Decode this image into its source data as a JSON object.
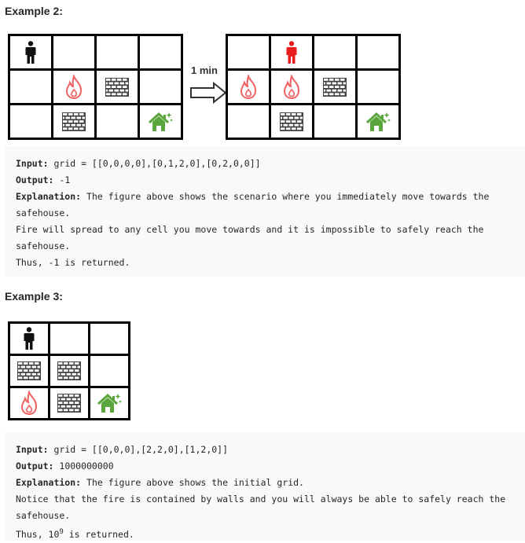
{
  "example2": {
    "heading": "Example 2:",
    "arrow_label": "1 min",
    "grid_before": [
      [
        "person",
        "empty",
        "empty",
        "empty"
      ],
      [
        "empty",
        "fire",
        "wall",
        "empty"
      ],
      [
        "empty",
        "wall",
        "empty",
        "house"
      ]
    ],
    "grid_after": [
      [
        "empty",
        "person-red",
        "empty",
        "empty"
      ],
      [
        "fire",
        "fire",
        "wall",
        "empty"
      ],
      [
        "empty",
        "wall",
        "empty",
        "house"
      ]
    ],
    "input_label": "Input:",
    "input_value": " grid = [[0,0,0,0],[0,1,2,0],[0,2,0,0]]",
    "output_label": "Output:",
    "output_value": " -1",
    "explanation_label": "Explanation:",
    "explanation_value": " The figure above shows the scenario where you immediately move towards the",
    "explanation_cont": "safehouse.",
    "line4": "Fire will spread to any cell you move towards and it is impossible to safely reach the",
    "line5": "safehouse.",
    "line6": "Thus, -1 is returned."
  },
  "example3": {
    "heading": "Example 3:",
    "grid": [
      [
        "person",
        "empty",
        "empty"
      ],
      [
        "wall",
        "wall",
        "empty"
      ],
      [
        "fire",
        "wall",
        "house"
      ]
    ],
    "input_label": "Input:",
    "input_value": " grid = [[0,0,0],[2,2,0],[1,2,0]]",
    "output_label": "Output:",
    "output_value": " 1000000000",
    "explanation_label": "Explanation:",
    "explanation_value": " The figure above shows the initial grid.",
    "line4": "Notice that the fire is contained by walls and you will always be able to safely reach the",
    "line5": "safehouse.",
    "line6_pre": "Thus, 10",
    "line6_sup": "9",
    "line6_post": " is returned."
  },
  "colors": {
    "fire": "#f06262",
    "wall": "#444444",
    "house": "#5aa63c",
    "person": "#111111",
    "person_red": "#e81c1c"
  }
}
